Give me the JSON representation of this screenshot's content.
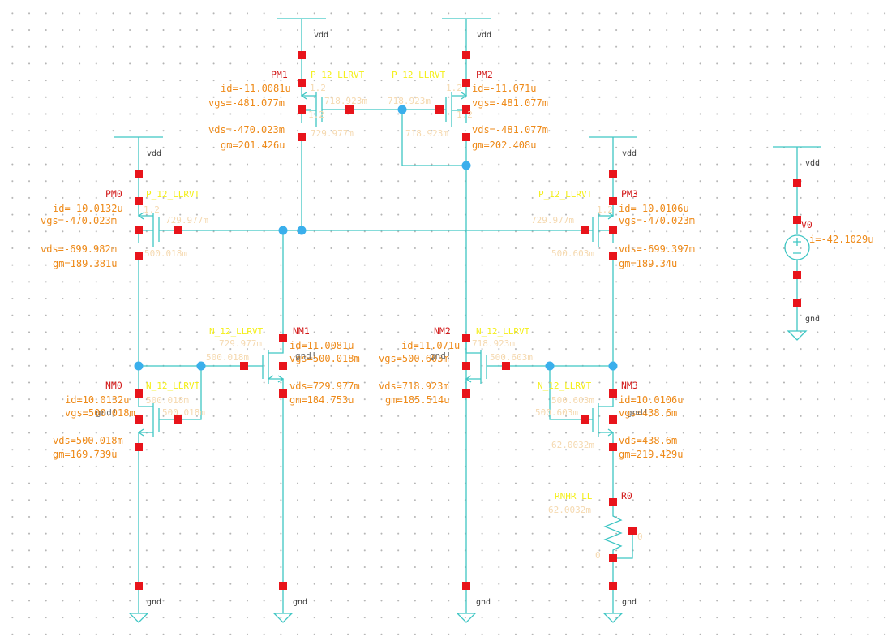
{
  "nets": {
    "vdd": "vdd",
    "gnd": "gnd"
  },
  "colors": {
    "wire": "#3fc6c4",
    "pin": "#e8141b",
    "junction": "#3aafec",
    "instance_name": "#d21a1a",
    "model_name": "#f4ef1a",
    "operating_point": "#ee8a19",
    "net_label": "#3d3d3d",
    "grid": "#b4b4b4"
  },
  "devices": {
    "PM1": {
      "name": "PM1",
      "model": "P_12_LLRVT",
      "id": "id=-11.0081u",
      "vgs": "vgs=-481.077m",
      "vds": "vds=-470.023m",
      "gm": "gm=201.426u",
      "n1": "1.2",
      "n2": "1.2",
      "p1": "718.923m",
      "p2": "729.977m"
    },
    "PM2": {
      "name": "PM2",
      "model": "P_12_LLRVT",
      "id": "id=-11.071u",
      "vgs": "vgs=-481.077m",
      "vds": "vds=-481.077m",
      "gm": "gm=202.408u",
      "n1": "1.2",
      "n2": "1.2",
      "p1": "718.923m",
      "p2": "718.923m"
    },
    "PM0": {
      "name": "PM0",
      "model": "P_12_LLRVT",
      "id": "id=-10.0132u",
      "vgs": "vgs=-470.023m",
      "vds": "vds=-699.982m",
      "gm": "gm=189.381u",
      "n1": "1.2",
      "p1": "729.977m",
      "p2": "500.018m"
    },
    "PM3": {
      "name": "PM3",
      "model": "P_12_LLRVT",
      "id": "id=-10.0106u",
      "vgs": "vgs=-470.023m",
      "vds": "vds=-699.397m",
      "gm": "gm=189.34u",
      "n1": "1.2",
      "p1": "729.977m",
      "p2": "500.603m"
    },
    "NM1": {
      "name": "NM1",
      "model": "N_12_LLRVT",
      "id": "id=11.0081u",
      "vgs": "vgs=500.018m",
      "vds": "vds=729.977m",
      "gm": "gm=184.753u",
      "bulk": "gnd!",
      "p1": "729.977m",
      "p2": "500.018m"
    },
    "NM2": {
      "name": "NM2",
      "model": "N_12_LLRVT",
      "id": "id=11.071u",
      "vgs": "vgs=500.603m",
      "vds": "vds=718.923m",
      "gm": "gm=185.514u",
      "bulk": "gnd!",
      "p1": "718.923m",
      "p2": "500.603m"
    },
    "NM0": {
      "name": "NM0",
      "model": "N_12_LLRVT",
      "id": "id=10.0132u",
      "vgs": "vgs=500.018m",
      "vds": "vds=500.018m",
      "gm": "gm=169.739u",
      "bulk": "gnd!",
      "p1": "500.018m",
      "p2": "500.018m"
    },
    "NM3": {
      "name": "NM3",
      "model": "N_12_LLRVT",
      "id": "id=10.0106u",
      "vgs": "vgs=438.6m",
      "vds": "vds=438.6m",
      "gm": "gm=219.429u",
      "bulk": "gnd!",
      "p1": "500.603m",
      "p2": "500.603m",
      "p3": "62.0032m"
    },
    "R0": {
      "name": "R0",
      "model": "RNHR_LL",
      "p1": "62.0032m",
      "t1": "0",
      "t2": "0"
    },
    "V0": {
      "name": "V0",
      "i": "i=-42.1029u"
    }
  }
}
